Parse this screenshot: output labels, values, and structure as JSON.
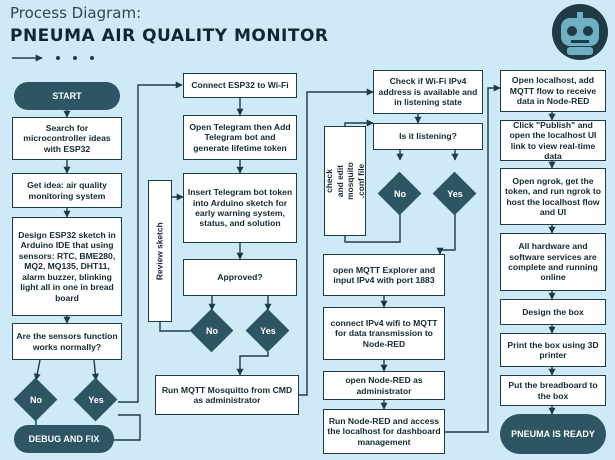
{
  "header": {
    "subtitle": "Process Diagram:",
    "title": "PNEUMA AIR QUALITY MONITOR"
  },
  "col1": {
    "start": "START",
    "search": "Search for microcontroller ideas with ESP32",
    "idea": "Get idea: air quality monitoring system",
    "design": "Design ESP32 sketch in Arduino IDE that using sensors: RTC, BME280, MQ2, MQ135, DHT11, alarm buzzer, blinking light all in one in bread board",
    "question": "Are the sensors function works normally?",
    "no": "No",
    "yes": "Yes",
    "debug": "DEBUG AND FIX"
  },
  "col2": {
    "connect": "Connect ESP32 to Wi-Fi",
    "telegram": "Open Telegram then Add Telegram bot and generate lifetime token",
    "insert": "Insert Telegram bot token into Arduino sketch for early warning system, status, and solution",
    "approved": "Approved?",
    "review": "Review sketch",
    "no": "No",
    "yes": "Yes",
    "mosquitto": "Run MQTT Mosquitto from CMD as administrator"
  },
  "col3": {
    "check_edit": "check and edit mosquito .conf file",
    "check_ip": "Check if Wi-Fi IPv4 address is available and in listening state",
    "listening": "Is it listening?",
    "no": "No",
    "yes": "Yes",
    "explorer": "open MQTT Explorer and input IPv4 with port 1883",
    "connect_ip": "connect IPv4 wifi to MQTT for data transmission to Node-RED",
    "nodered": "open Node-RED as administrator",
    "run_nodered": "Run Node-RED and access the localhost for dashboard management"
  },
  "col4": {
    "localhost": "Open localhost, add MQTT flow to receive data in Node-RED",
    "publish": "Click \"Publish\" and open the localhost UI link to view real-time data",
    "ngrok": "Open ngrok, get the token, and run ngrok to host the localhost flow and UI",
    "complete": "All hardware and software services are complete and running online",
    "design_box": "Design the box",
    "print_box": "Print the box using 3D printer",
    "put": "Put the breadboard to the box",
    "ready": "PNEUMA IS READY"
  },
  "colors": {
    "background": "#cdeaf6",
    "node_dark": "#2d5563",
    "line": "#1f3c46"
  },
  "icons": [
    "robot-icon",
    "arrow-right-icon"
  ]
}
